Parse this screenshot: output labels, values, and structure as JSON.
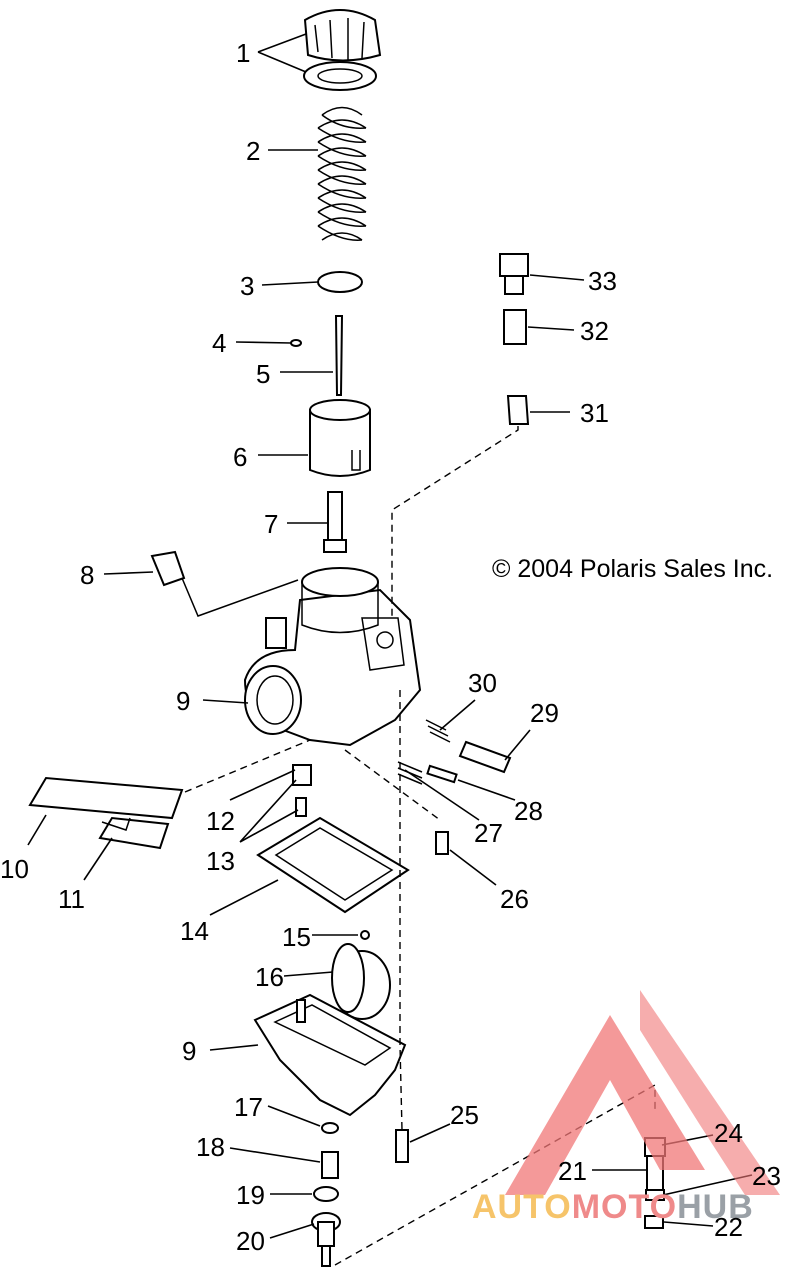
{
  "copyright": "© 2004 Polaris Sales Inc.",
  "watermark": {
    "auto": "AUTO",
    "moto": "MOTO",
    "hub": "HUB",
    "colors": {
      "triangle": "#f07777",
      "auto": "#f6c46a",
      "moto": "#ef8a8a",
      "hub": "#9aa0a6"
    }
  },
  "callouts": [
    "1",
    "2",
    "3",
    "4",
    "5",
    "6",
    "7",
    "8",
    "9",
    "9",
    "10",
    "11",
    "12",
    "13",
    "14",
    "15",
    "16",
    "17",
    "18",
    "19",
    "20",
    "21",
    "22",
    "23",
    "24",
    "25",
    "26",
    "27",
    "28",
    "29",
    "30",
    "31",
    "32",
    "33"
  ]
}
